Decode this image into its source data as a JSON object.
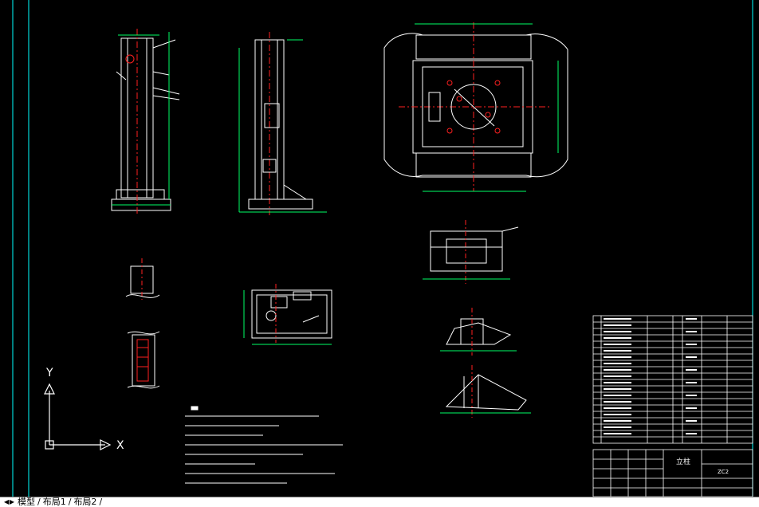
{
  "app": {
    "tabs": [
      {
        "label": "模型"
      },
      {
        "label": "布局1"
      },
      {
        "label": "布局2"
      }
    ]
  },
  "ucs": {
    "x_label": "X",
    "y_label": "Y"
  },
  "colors": {
    "background": "#000000",
    "line": "#ffffff",
    "center_line": "#ff2020",
    "frame_border": "#00ffff",
    "dimension": "#00ff66"
  },
  "title_block": {
    "title": "立柱",
    "code_note": "ZC2"
  }
}
